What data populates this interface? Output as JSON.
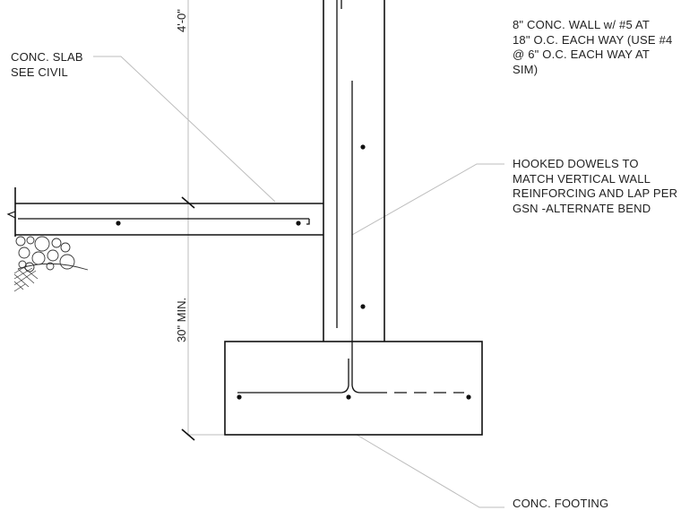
{
  "notes": {
    "wall": [
      "8\" CONC. WALL w/ #5 AT",
      "18\" O.C. EACH WAY (USE #4",
      "@ 6\" O.C. EACH WAY AT",
      "SIM)"
    ],
    "slab": [
      "CONC. SLAB",
      "SEE CIVIL"
    ],
    "dowels": [
      "HOOKED DOWELS TO",
      "MATCH VERTICAL WALL",
      "REINFORCING AND LAP PER",
      "GSN -ALTERNATE BEND"
    ],
    "footing": [
      "CONC. FOOTING"
    ]
  },
  "dimensions": {
    "upper": "4'-0\"",
    "lower": "30\" MIN."
  },
  "colors": {
    "line": "#111111",
    "leader": "#bdbdbd"
  }
}
